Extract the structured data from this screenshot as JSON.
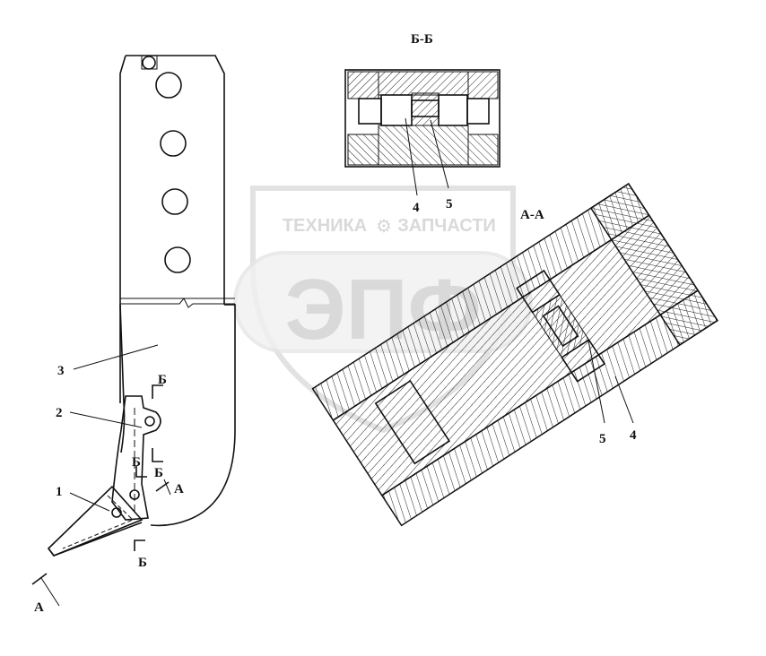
{
  "section_bb": {
    "title": "Б-Б",
    "label_4": "4",
    "label_5": "5"
  },
  "section_aa": {
    "title": "А-А",
    "label_5": "5",
    "label_4": "4"
  },
  "parts": {
    "label_1": "1",
    "label_2": "2",
    "label_3": "3"
  },
  "cut_marks": {
    "b_upper": "Б",
    "b_mid_left": "Б",
    "b_mid_right": "Б",
    "b_lower": "Б",
    "a_right": "А",
    "a_left": "А"
  },
  "watermark": {
    "line1": "ТЕХНИКА",
    "line2": "ЗАПЧАСТИ",
    "logo": "ЭПФ"
  }
}
